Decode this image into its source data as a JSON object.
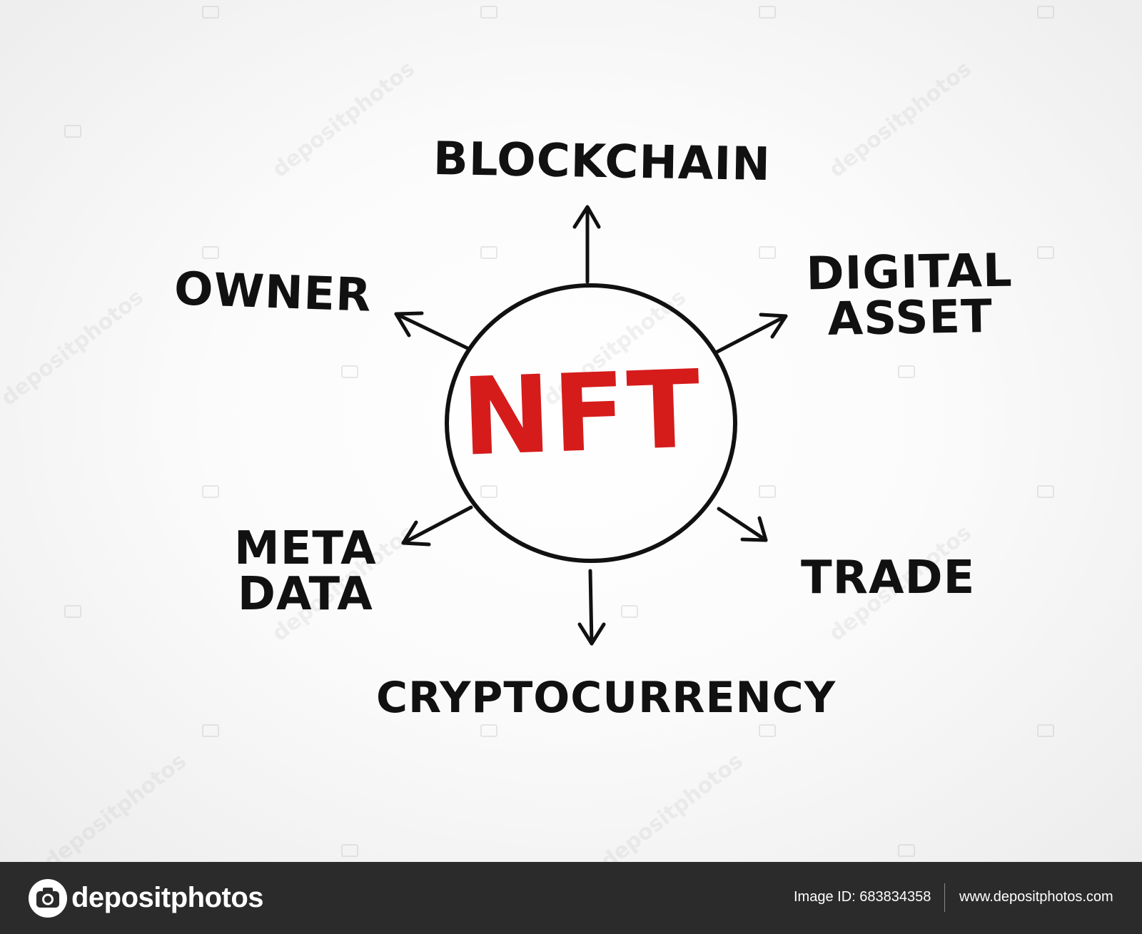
{
  "diagram": {
    "center": {
      "label": "NFT",
      "color": "#d61b1b"
    },
    "nodes": [
      {
        "id": "blockchain",
        "lines": [
          "BLOCKCHAIN"
        ]
      },
      {
        "id": "digital-asset",
        "lines": [
          "DIGITAL",
          "ASSET"
        ]
      },
      {
        "id": "trade",
        "lines": [
          "TRADE"
        ]
      },
      {
        "id": "cryptocurrency",
        "lines": [
          "CRYPTOCURRENCY"
        ]
      },
      {
        "id": "meta-data",
        "lines": [
          "META",
          "DATA"
        ]
      },
      {
        "id": "owner",
        "lines": [
          "OWNER"
        ]
      }
    ],
    "stroke_color": "#111111"
  },
  "watermark": {
    "text": "depositphotos"
  },
  "footer": {
    "logo_text": "depositphotos",
    "image_id": "Image ID: 683834358",
    "site_url": "www.depositphotos.com",
    "background": "#2b2b2b"
  }
}
